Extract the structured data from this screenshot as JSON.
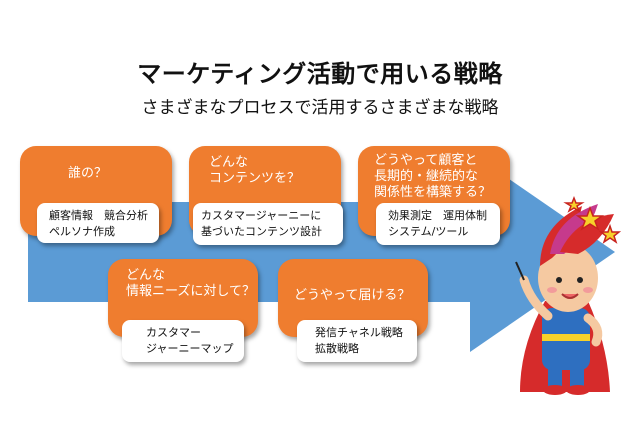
{
  "title": "マーケティング活動で用いる戦略",
  "subtitle": "さまざまなプロセスで活用するさまざまな戦略",
  "colors": {
    "card": "#ef7d2f",
    "arrow": "#5b9bd5",
    "box": "#ffffff"
  },
  "steps": [
    {
      "question": "誰の？",
      "strategies": "顧客情報　競合分析\nペルソナ作成"
    },
    {
      "question": "どんな\nコンテンツを？",
      "strategies": "カスタマージャーニーに\n基づいたコンテンツ設計"
    },
    {
      "question": "どうやって顧客と\n長期的・継続的な\n関係性を構築する？",
      "strategies": "効果測定　運用体制\nシステム/ツール"
    },
    {
      "question": "どんな\n情報ニーズに対して？",
      "strategies": "カスタマー\nジャーニーマップ"
    },
    {
      "question": "どうやって届ける？",
      "strategies": "発信チャネル戦略\n拡散戦略"
    }
  ],
  "mascot_icon": "superhero-mascot-icon"
}
